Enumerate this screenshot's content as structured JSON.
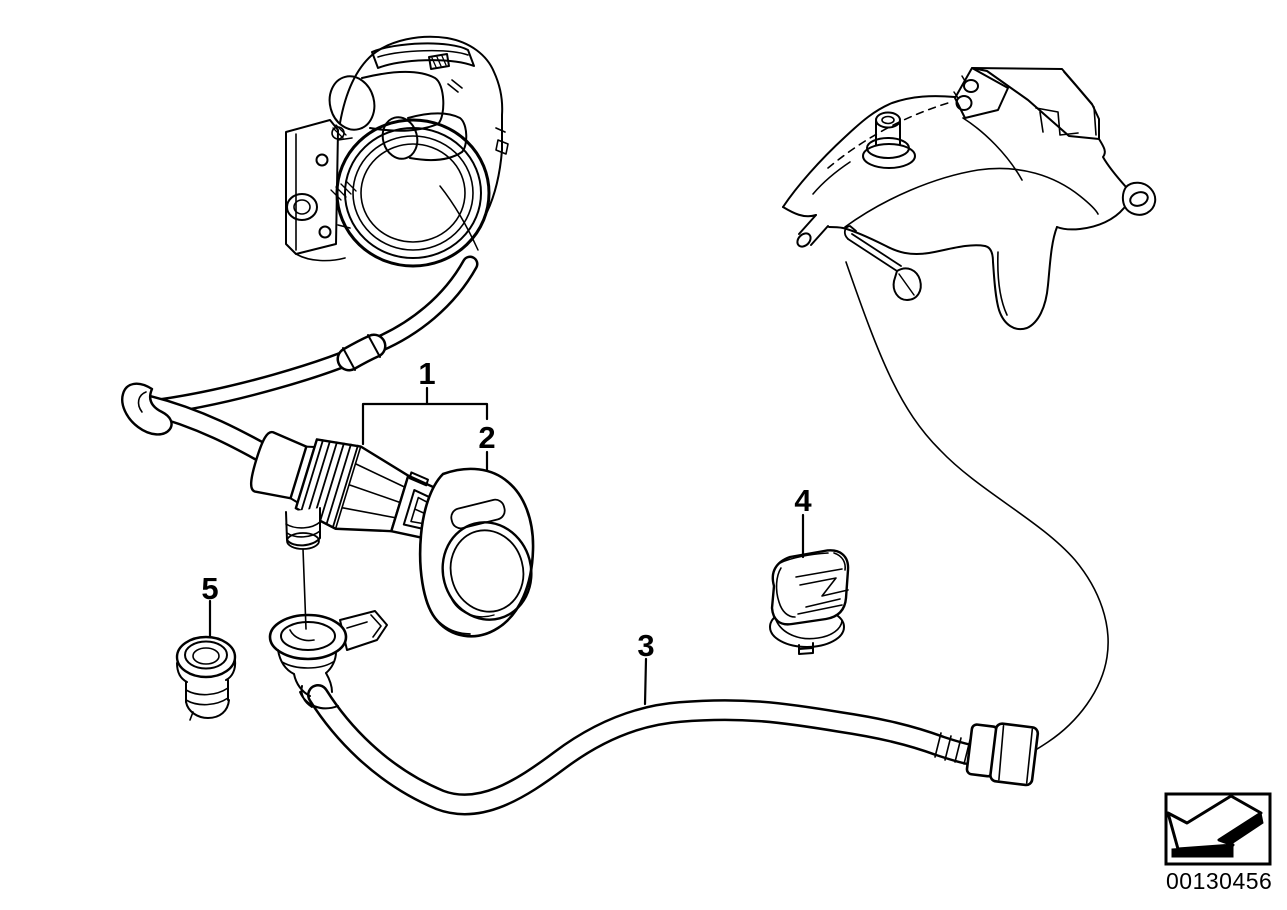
{
  "callouts": [
    {
      "label": "1"
    },
    {
      "label": "2"
    },
    {
      "label": "3"
    },
    {
      "label": "4"
    },
    {
      "label": "5"
    }
  ],
  "footer": {
    "part_number": "00130456"
  },
  "icons": {
    "direction_arrow": "direction-arrow-icon"
  },
  "colors": {
    "line": "#000000",
    "background": "#ffffff"
  }
}
